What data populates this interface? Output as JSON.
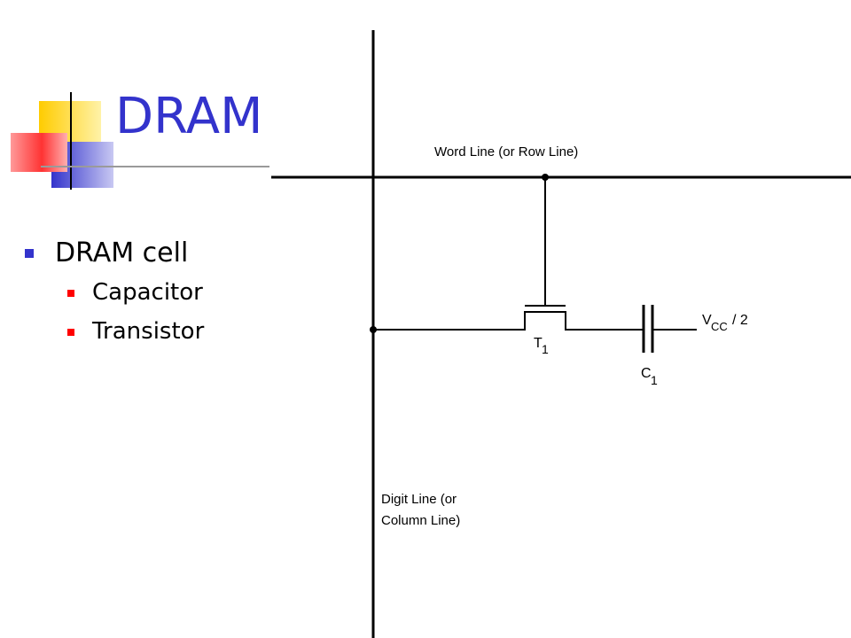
{
  "slide": {
    "title": "DRAM",
    "accent_color": "#3333cc",
    "bullets": [
      {
        "text": "DRAM cell",
        "sub": [
          "Capacitor",
          "Transistor"
        ]
      }
    ],
    "bullet_color": "#3333cc",
    "sub_bullet_color": "#ff0000"
  },
  "diagram": {
    "word_line_label": "Word Line (or Row Line)",
    "digit_line_label_line1": "Digit Line (or",
    "digit_line_label_line2": "Column Line)",
    "transistor_label": "T",
    "transistor_subscript": "1",
    "capacitor_label": "C",
    "capacitor_subscript": "1",
    "voltage_label_main": "V",
    "voltage_label_subscript": "CC",
    "voltage_label_suffix": "/ 2"
  }
}
